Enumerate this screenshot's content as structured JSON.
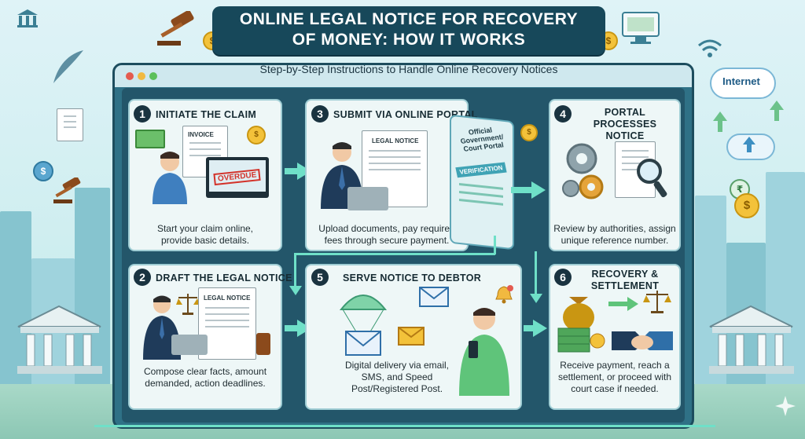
{
  "header": {
    "title_line1": "ONLINE LEGAL NOTICE FOR RECOVERY",
    "title_line2": "OF MONEY: HOW IT WORKS",
    "subtitle": "Step-by-Step Instructions to Handle Online Recovery Notices"
  },
  "side": {
    "internet_label": "Internet",
    "dollar": "$",
    "rupee": "₹"
  },
  "steps": [
    {
      "number": "1",
      "title": "INITIATE THE CLAIM",
      "desc_line1": "Start your claim online,",
      "desc_line2": "provide basic details.",
      "tags": {
        "invoice": "INVOICE",
        "overdue": "OVERDUE"
      }
    },
    {
      "number": "3",
      "title": "SUBMIT VIA ONLINE PORTAL",
      "desc_line1": "Upload documents, pay required",
      "desc_line2": "fees through secure payment.",
      "tags": {
        "legal_notice": "LEGAL NOTICE",
        "portal_line1": "Official",
        "portal_line2": "Government/",
        "portal_line3": "Court Portal",
        "verification": "VERIFICATION"
      }
    },
    {
      "number": "4",
      "title_line1": "PORTAL PROCESSES",
      "title_line2": "NOTICE",
      "desc_line1": "Review by authorities, assign",
      "desc_line2": "unique reference number."
    },
    {
      "number": "2",
      "title": "DRAFT THE LEGAL NOTICE",
      "desc_line1": "Compose clear facts, amount",
      "desc_line2": "demanded, action deadlines.",
      "tags": {
        "legal_notice": "LEGAL NOTICE"
      }
    },
    {
      "number": "5",
      "title": "SERVE NOTICE TO DEBTOR",
      "desc_line1": "Digital delivery via email,",
      "desc_line2": "SMS, and Speed",
      "desc_line3": "Post/Registered Post."
    },
    {
      "number": "6",
      "title_line1": "RECOVERY &",
      "title_line2": "SETTLEMENT",
      "desc_line1": "Receive payment, reach a",
      "desc_line2": "settlement, or proceed with",
      "desc_line3": "court case if needed."
    }
  ],
  "colors": {
    "window": "#2f7186",
    "arrow": "#6fe0c8",
    "card": "#eef7f7",
    "title_bg": "#17485a"
  }
}
